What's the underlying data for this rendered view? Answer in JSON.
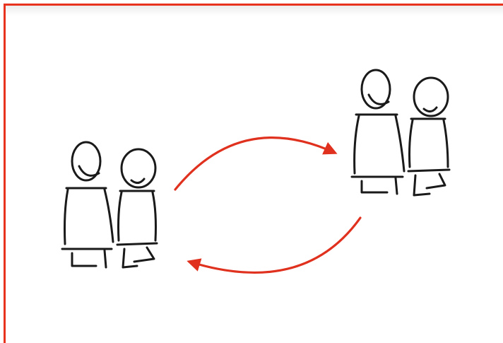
{
  "colors": {
    "frame_border": "#e8341f",
    "arrow": "#e0301e",
    "ink": "#1a1a1a"
  },
  "illustration": {
    "left_pair": {
      "figures": [
        "adult",
        "child"
      ]
    },
    "right_pair": {
      "figures": [
        "adult",
        "child"
      ]
    },
    "arrows": [
      "arrow-top-to-right",
      "arrow-bottom-to-left"
    ]
  }
}
